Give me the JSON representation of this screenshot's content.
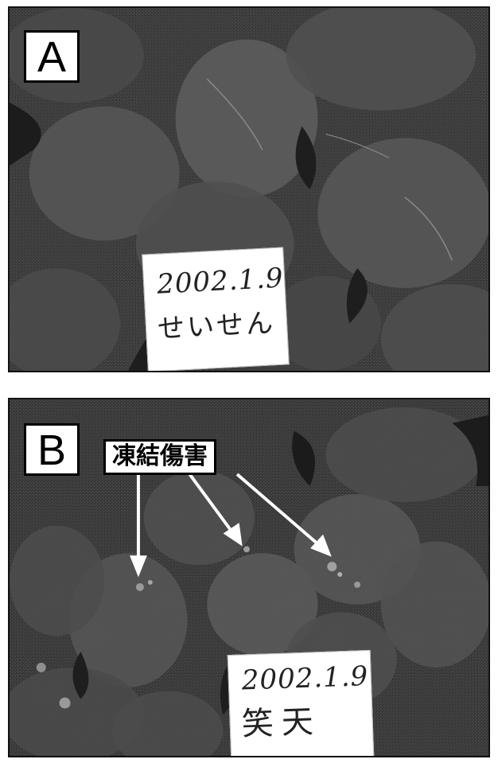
{
  "panels": [
    {
      "label": "A",
      "note": {
        "date": "2002.1.9",
        "variety": "せいせん"
      }
    },
    {
      "label": "B",
      "callout": "凍結傷害",
      "note": {
        "date": "2002.1.9",
        "variety": "笑天"
      }
    }
  ],
  "colors": {
    "leaf_dark": "#2e2e2e",
    "leaf_mid": "#4d4d4d",
    "leaf_light": "#666666",
    "arrow": "#ffffff"
  }
}
